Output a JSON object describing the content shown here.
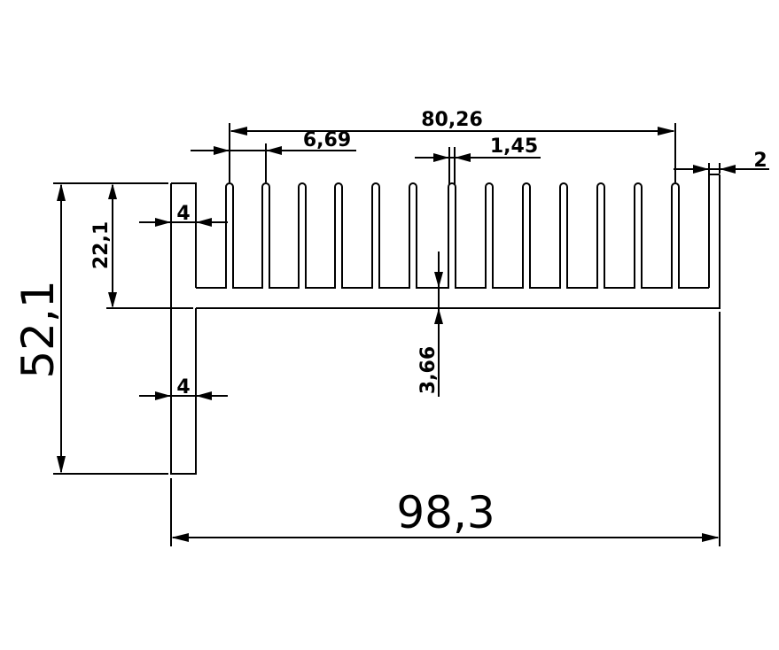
{
  "dimensions": {
    "overall_width": "98,3",
    "overall_height": "52,1",
    "fin_span": "80,26",
    "fin_pitch": "6,69",
    "fin_thickness": "1,45",
    "end_wall": "2",
    "fin_height": "22,1",
    "side_wall_upper": "4",
    "side_wall_lower": "4",
    "base_thickness": "3,66"
  },
  "colors": {
    "line": "#000000",
    "background": "#ffffff"
  }
}
